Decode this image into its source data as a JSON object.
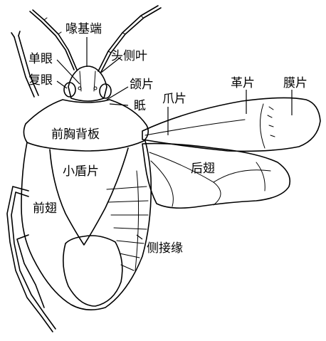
{
  "labels": {
    "clypeus": "喙基端",
    "head_lateral_lobe": "头侧叶",
    "ocellus": "单眼",
    "compound_eye": "复眼",
    "jugum": "颌片",
    "antennifer": "眡",
    "claval": "爪片",
    "corium": "革片",
    "membrane": "膜片",
    "pronotum": "前胸背板",
    "scutellum": "小盾片",
    "hind_wing": "后翅",
    "forewing": "前翅",
    "connexivum": "侧接缘"
  },
  "colors": {
    "ink": "#000000",
    "paper": "#ffffff"
  }
}
